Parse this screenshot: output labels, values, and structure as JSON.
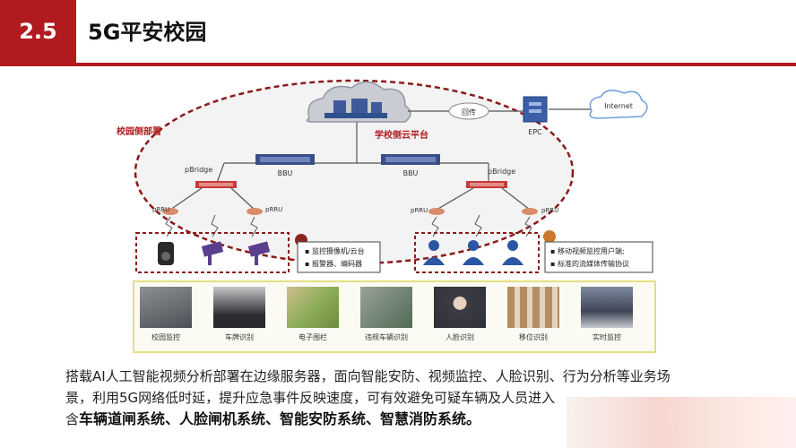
{
  "header": {
    "section_number": "2.5",
    "title": "5G平安校园"
  },
  "diagram": {
    "campus_label": "校园侧部署",
    "platform_label": "学校侧云平台",
    "backhaul_label": "回传",
    "epc_label": "EPC",
    "internet_label": "Internet",
    "bbu_label": "BBU",
    "pbridge_label": "pBridge",
    "prru_label": "pRRU",
    "legend_left": [
      "监控摄像机/云台",
      "报警器、编码器"
    ],
    "legend_right": [
      "移动视频监控用户端;",
      "标准的流媒体传输协议"
    ]
  },
  "photos": [
    "校园监控",
    "车牌识别",
    "电子围栏",
    "违规车辆识别",
    "人脸识别",
    "移位识别",
    "实时监控"
  ],
  "paragraph": {
    "line1": "搭载AI人工智能视频分析部署在边缘服务器，面向智能安防、视频监控、人脸识别、行为分析等业务场",
    "line2": "景，利用5G网络低时延，提升应急事件反映速度，可有效避免可疑车辆及人员进入",
    "line3_prefix": "含",
    "line3_bold": "车辆道闸系统、人脸闸机系统、智能安防系统、智慧消防系统。"
  },
  "colors": {
    "accent": "#b11a1f",
    "ellipse_dash": "#8b1a1a",
    "bbu_blue": "#3a4f86",
    "prru_orange": "#d98c6a"
  }
}
